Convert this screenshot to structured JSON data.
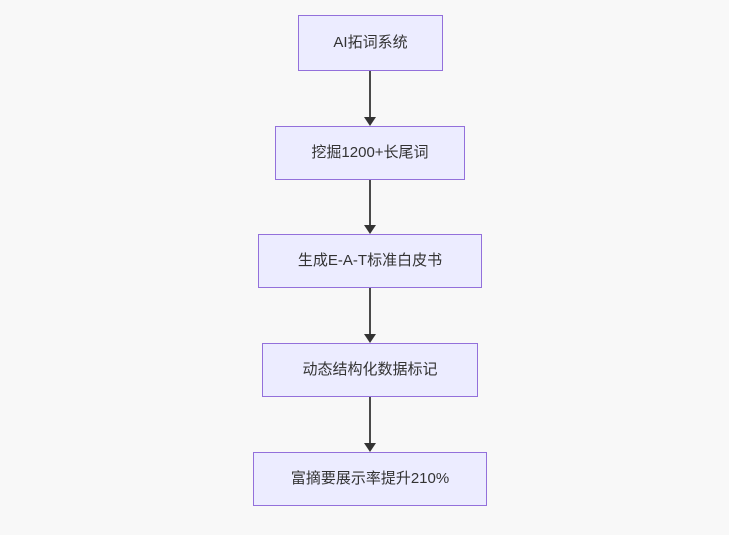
{
  "diagram": {
    "type": "flowchart",
    "direction": "top-down",
    "colors": {
      "background": "#f8f8f8",
      "node_fill": "#ECECFF",
      "node_border": "#9370DB",
      "node_text": "#333333",
      "arrow": "#333333"
    },
    "nodes": [
      {
        "id": "1",
        "label": "AI拓词系统"
      },
      {
        "id": "2",
        "label": "挖掘1200+长尾词"
      },
      {
        "id": "3",
        "label": "生成E-A-T标准白皮书"
      },
      {
        "id": "4",
        "label": "动态结构化数据标记"
      },
      {
        "id": "5",
        "label": "富摘要展示率提升210%"
      }
    ],
    "edges": [
      {
        "from": "AI拓词系统",
        "to": "挖掘1200+长尾词"
      },
      {
        "from": "挖掘1200+长尾词",
        "to": "生成E-A-T标准白皮书"
      },
      {
        "from": "生成E-A-T标准白皮书",
        "to": "动态结构化数据标记"
      },
      {
        "from": "动态结构化数据标记",
        "to": "富摘要展示率提升210%"
      }
    ]
  }
}
